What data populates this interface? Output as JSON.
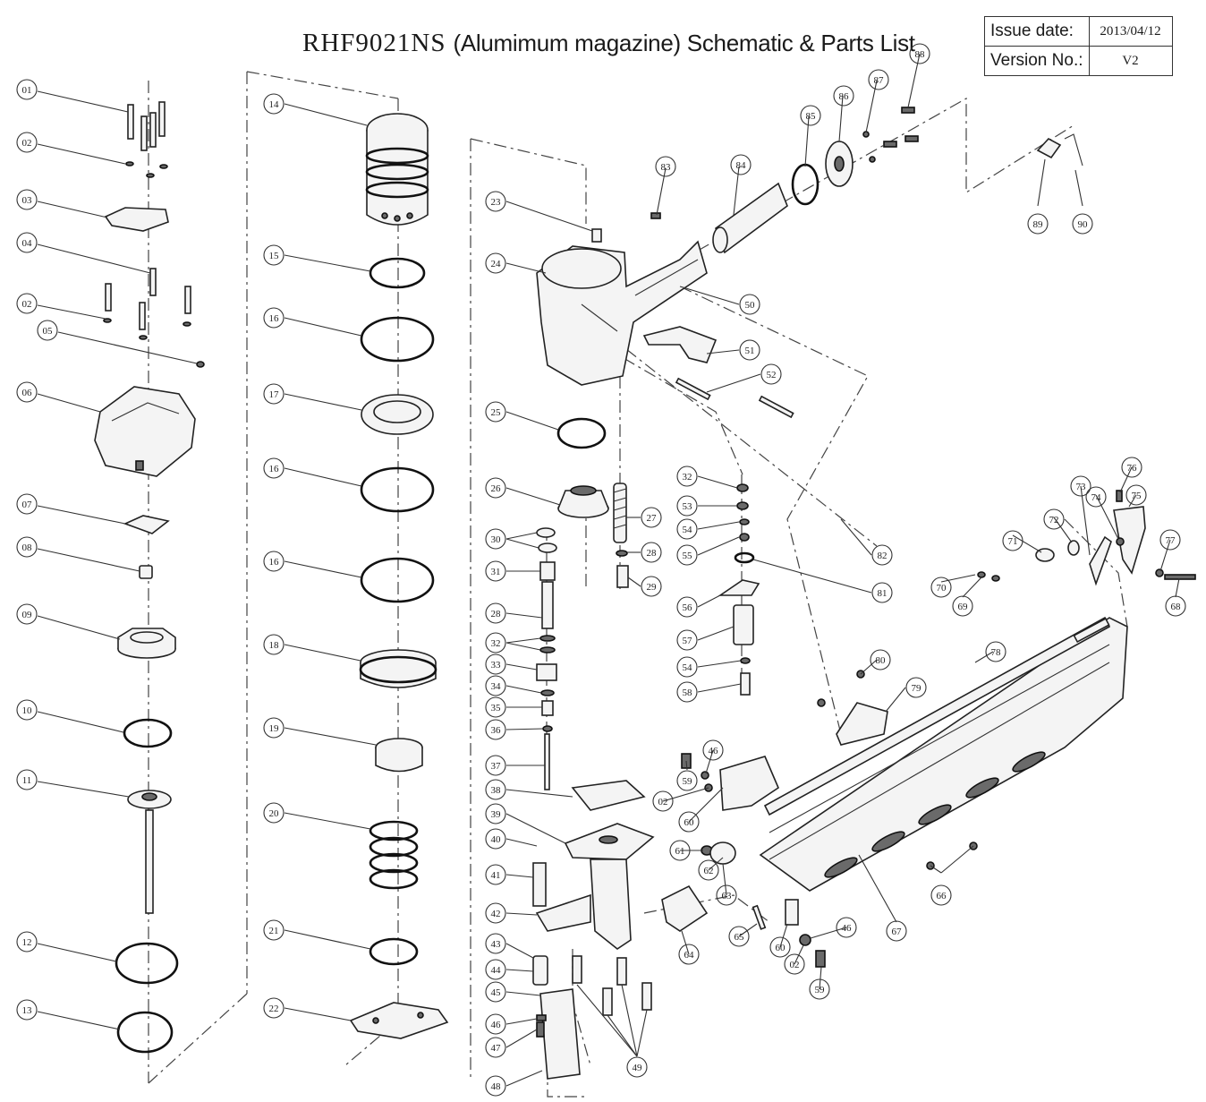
{
  "title": {
    "model": "RHF9021NS",
    "description": "(Alumimum magazine) Schematic & Parts List"
  },
  "info_table": {
    "issue_label": "Issue date:",
    "issue_value": "2013/04/12",
    "version_label": "Version No.:",
    "version_value": "V2"
  },
  "callouts": {
    "c01": "01",
    "c02a": "02",
    "c03": "03",
    "c04": "04",
    "c02b": "02",
    "c05": "05",
    "c06": "06",
    "c07": "07",
    "c08": "08",
    "c09": "09",
    "c10": "10",
    "c11": "11",
    "c12": "12",
    "c13": "13",
    "c14": "14",
    "c15a": "15",
    "c16a": "16",
    "c17": "17",
    "c16b": "16",
    "c16c": "16",
    "c18": "18",
    "c19": "19",
    "c20": "20",
    "c21": "21",
    "c22": "22",
    "c23": "23",
    "c24": "24",
    "c25": "25",
    "c26": "26",
    "c27": "27",
    "c28a": "28",
    "c29": "29",
    "c30": "30",
    "c31": "31",
    "c28b": "28",
    "c32a": "32",
    "c33a": "33",
    "c34": "34",
    "c35": "35",
    "c36": "36",
    "c37": "37",
    "c38": "38",
    "c39": "39",
    "c40": "40",
    "c41": "41",
    "c42": "42",
    "c43": "43",
    "c44": "44",
    "c45": "45",
    "c46a": "46",
    "c47": "47",
    "c48": "48",
    "c49": "49",
    "c50": "50",
    "c51": "51",
    "c52": "52",
    "c32b": "32",
    "c53": "53",
    "c54a": "54",
    "c55": "55",
    "c56": "56",
    "c57": "57",
    "c54b": "54",
    "c58": "58",
    "c59a": "59",
    "c46b": "46",
    "c02c": "02",
    "c60a": "60",
    "c61": "61",
    "c62": "62",
    "c63": "63",
    "c64": "64",
    "c65": "65",
    "c60b": "60",
    "c46c": "46",
    "c02d": "02",
    "c59b": "59",
    "c66": "66",
    "c67": "67",
    "c68": "68",
    "c69": "69",
    "c70": "70",
    "c71": "71",
    "c72": "72",
    "c73": "73",
    "c74": "74",
    "c75": "75",
    "c76": "76",
    "c77": "77",
    "c78": "78",
    "c79": "79",
    "c80": "80",
    "c81": "81",
    "c82": "82",
    "c83": "83",
    "c84": "84",
    "c85": "85",
    "c86": "86",
    "c87": "87",
    "c88": "88",
    "c89": "89",
    "c90": "90"
  }
}
